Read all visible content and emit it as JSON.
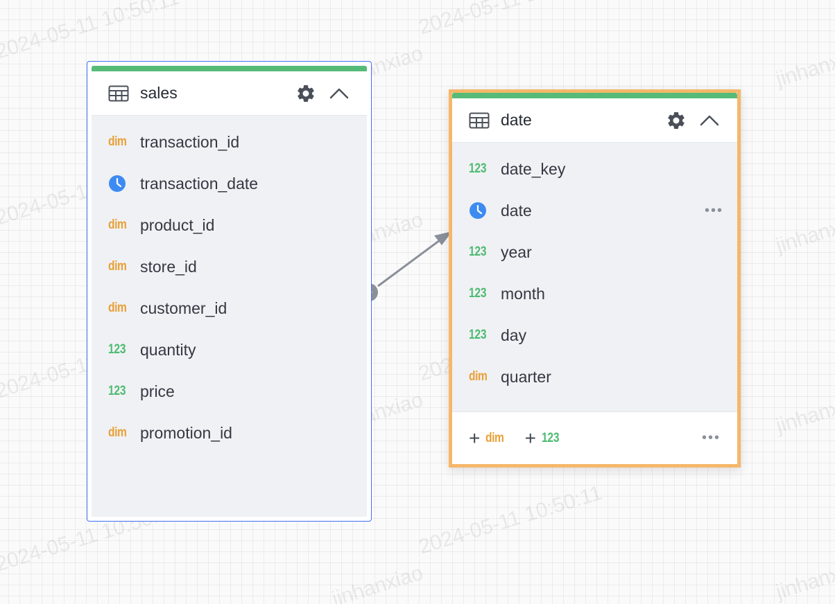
{
  "watermark": {
    "user": "jinhanxiao",
    "timestamp": "2024-05-11 10:50:11"
  },
  "colors": {
    "accent_blue": "#3e6ff5",
    "selection_orange": "#f5b76a",
    "header_green": "#56bb78",
    "dim_orange": "#e8a038",
    "measure_green": "#4dbb72",
    "date_blue": "#3d8bf2"
  },
  "tables": [
    {
      "name": "sales",
      "icon": "table-icon",
      "fields": [
        {
          "name": "transaction_id",
          "type": "dim"
        },
        {
          "name": "transaction_date",
          "type": "date"
        },
        {
          "name": "product_id",
          "type": "dim"
        },
        {
          "name": "store_id",
          "type": "dim"
        },
        {
          "name": "customer_id",
          "type": "dim"
        },
        {
          "name": "quantity",
          "type": "num"
        },
        {
          "name": "price",
          "type": "num"
        },
        {
          "name": "promotion_id",
          "type": "dim"
        }
      ]
    },
    {
      "name": "date",
      "icon": "table-icon",
      "selected": true,
      "fields": [
        {
          "name": "date_key",
          "type": "num"
        },
        {
          "name": "date",
          "type": "date",
          "hovered": true
        },
        {
          "name": "year",
          "type": "num"
        },
        {
          "name": "month",
          "type": "num"
        },
        {
          "name": "day",
          "type": "num"
        },
        {
          "name": "quarter",
          "type": "dim"
        }
      ],
      "footer": {
        "add_dim_label": "dim",
        "add_num_label": "123"
      }
    }
  ],
  "type_labels": {
    "dim": "dim",
    "num": "123"
  },
  "icons": {
    "settings": "gear-icon",
    "collapse": "chevron-up-icon",
    "date": "clock-icon",
    "more": "more-horizontal-icon",
    "add": "plus-icon",
    "relation": "relation-arrow"
  }
}
